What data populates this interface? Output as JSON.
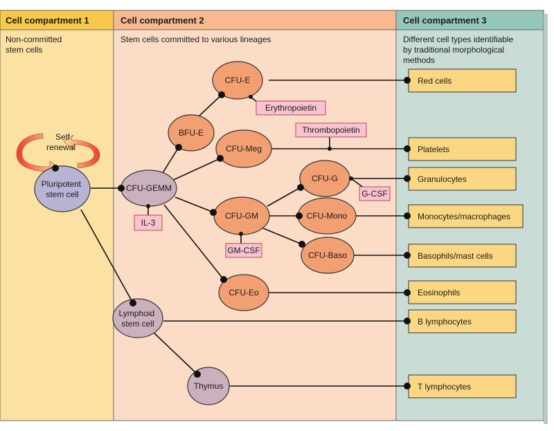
{
  "colors": {
    "compartment1": "#fbe2a3",
    "compartment2": "#fbdcc6",
    "compartment3": "#c9ddd6",
    "header1": "#f7c94a",
    "header2": "#f8b98f",
    "header3": "#94c7bb",
    "stem_node": "#b7b4d4",
    "lymphoid_node": "#cbb0bd",
    "progenitor_node": "#f2a071",
    "cell_box": "#fbd783",
    "factor_box": "#f7c3cf",
    "line": "#111111"
  },
  "compartments": [
    {
      "id": "c1",
      "title": "Cell compartment 1",
      "desc": [
        "Non-committed",
        "stem cells"
      ]
    },
    {
      "id": "c2",
      "title": "Cell compartment 2",
      "desc": [
        "Stem cells committed to various lineages"
      ]
    },
    {
      "id": "c3",
      "title": "Cell compartment 3",
      "desc": [
        "Different cell types identifiable",
        "by traditional morphological",
        "methods"
      ]
    }
  ],
  "self_renewal": [
    "Self",
    "renewal"
  ],
  "nodes": [
    {
      "id": "pluri",
      "label": [
        "Pluripotent",
        "stem cell"
      ],
      "style": "stem_node"
    },
    {
      "id": "gemm",
      "label": [
        "CFU-GEMM"
      ],
      "style": "lymphoid_node"
    },
    {
      "id": "bfue",
      "label": [
        "BFU-E"
      ],
      "style": "progenitor_node"
    },
    {
      "id": "cfue",
      "label": [
        "CFU-E"
      ],
      "style": "progenitor_node"
    },
    {
      "id": "meg",
      "label": [
        "CFU-Meg"
      ],
      "style": "progenitor_node"
    },
    {
      "id": "gm",
      "label": [
        "CFU-GM"
      ],
      "style": "progenitor_node"
    },
    {
      "id": "cfug",
      "label": [
        "CFU-G"
      ],
      "style": "progenitor_node"
    },
    {
      "id": "mono",
      "label": [
        "CFU-Mono"
      ],
      "style": "progenitor_node"
    },
    {
      "id": "baso",
      "label": [
        "CFU-Baso"
      ],
      "style": "progenitor_node"
    },
    {
      "id": "eo",
      "label": [
        "CFU-Eo"
      ],
      "style": "progenitor_node"
    },
    {
      "id": "lymph",
      "label": [
        "Lymphoid",
        "stem cell"
      ],
      "style": "lymphoid_node"
    },
    {
      "id": "thymus",
      "label": [
        "Thymus"
      ],
      "style": "lymphoid_node"
    }
  ],
  "factors": [
    {
      "id": "epo",
      "label": "Erythropoietin"
    },
    {
      "id": "tpo",
      "label": "Thrombopoietin"
    },
    {
      "id": "gcsf",
      "label": "G-CSF"
    },
    {
      "id": "il3",
      "label": "IL-3"
    },
    {
      "id": "gmcsf",
      "label": "GM-CSF"
    }
  ],
  "cell_types": [
    {
      "id": "red",
      "label": "Red cells"
    },
    {
      "id": "plt",
      "label": "Platelets"
    },
    {
      "id": "gran",
      "label": "Granulocytes"
    },
    {
      "id": "monom",
      "label": "Monocytes/macrophages"
    },
    {
      "id": "basom",
      "label": "Basophils/mast cells"
    },
    {
      "id": "eos",
      "label": "Eosinophils"
    },
    {
      "id": "blym",
      "label": "B lymphocytes"
    },
    {
      "id": "tlym",
      "label": "T lymphocytes"
    }
  ]
}
